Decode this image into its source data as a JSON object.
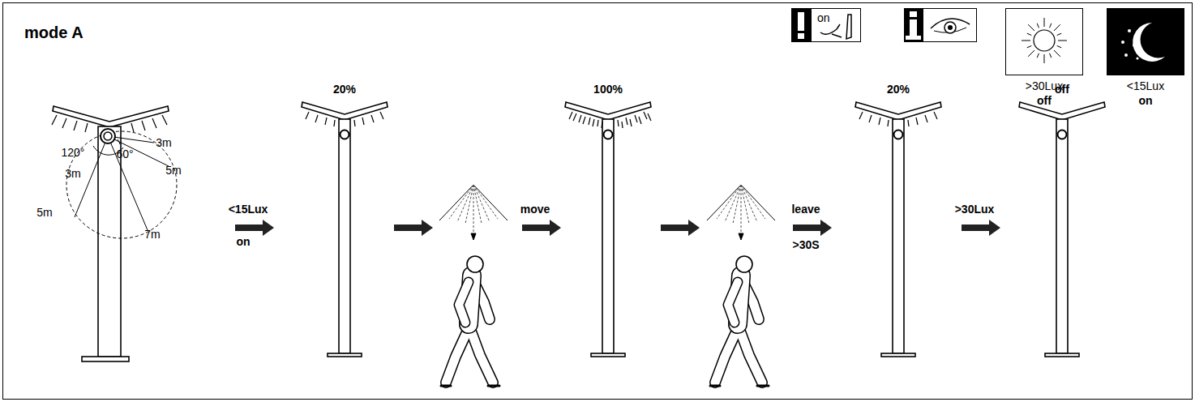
{
  "diagram": {
    "title": "mode A",
    "nodes": [
      {
        "text": [
          "on"
        ]
      },
      {
        "text": [
          ">30Lux",
          "off"
        ]
      },
      {
        "text": [
          "<15Lux",
          "on"
        ]
      }
    ],
    "labels": [
      "120°",
      "60°",
      "3m",
      "3m",
      "5m",
      "5m",
      "7m",
      "<15Lux",
      "on",
      "20%",
      "move",
      "100%",
      "leave",
      ">30S",
      "20%",
      ">30Lux",
      "off"
    ]
  }
}
